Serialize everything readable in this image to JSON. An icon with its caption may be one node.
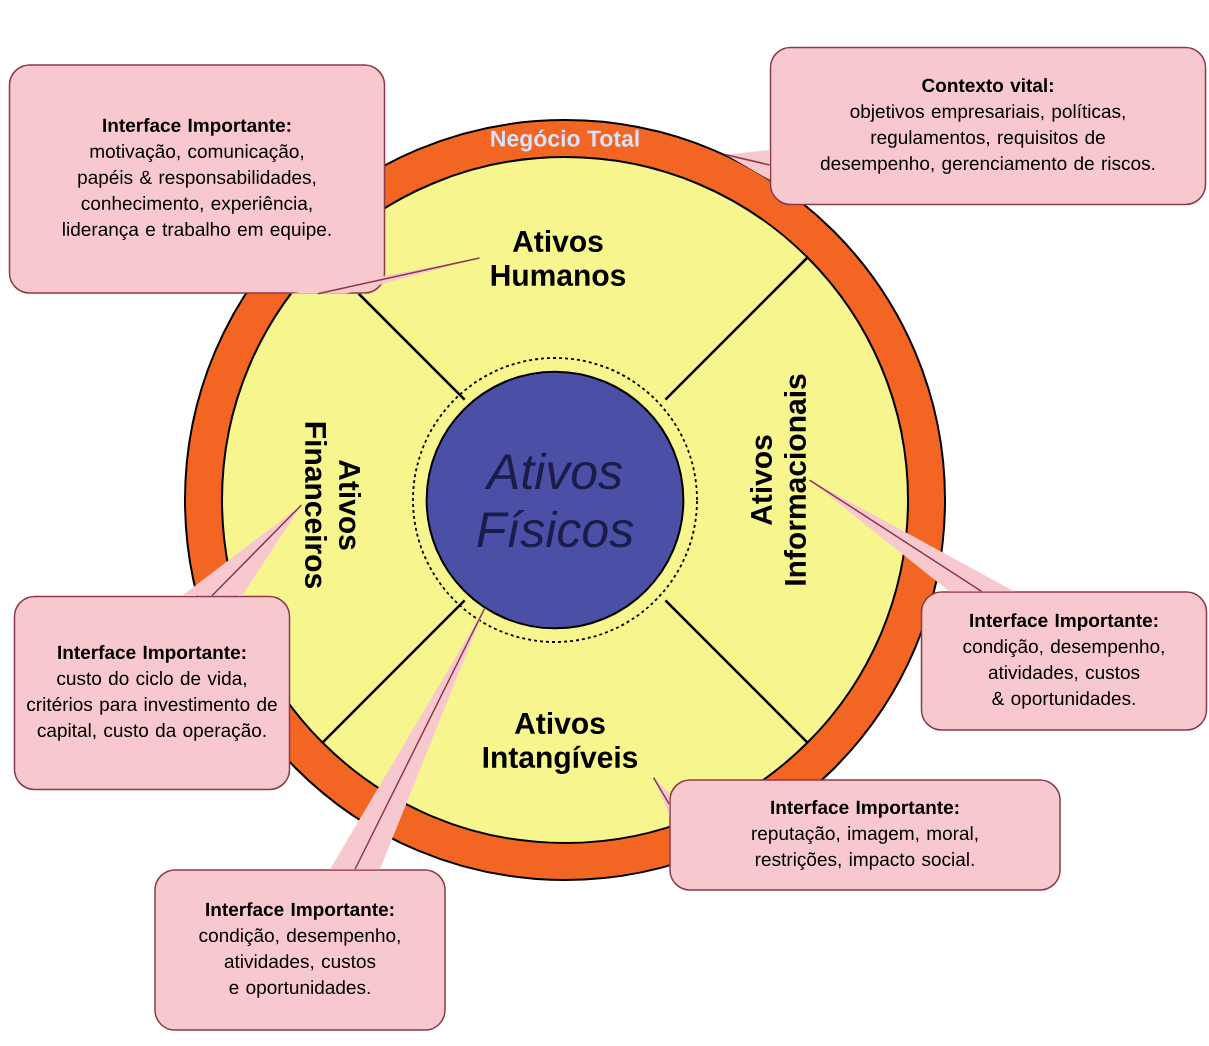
{
  "diagram": {
    "nodes": [
      {
        "text": [
          "Negócio Total"
        ]
      },
      {
        "text": [
          "Ativos Humanos"
        ],
        "in": 0
      },
      {
        "text": [
          "Ativos Financeiros"
        ],
        "in": 0
      },
      {
        "text": [
          "Ativos Informacionais"
        ],
        "in": 0
      },
      {
        "text": [
          "Ativos Intangíveis"
        ],
        "in": 0
      },
      {
        "text": [
          "Ativos Físicos"
        ],
        "in": 0
      },
      {
        "text": [
          "Interface Importante:",
          "motivação, comunicação, papéis & responsabilidades, conhecimento, experiência, liderança e trabalho em equipe."
        ]
      },
      {
        "text": [
          "Contexto vital:",
          "objetivos empresariais, políticas, regulamentos, requisitos de desempenho, gerenciamento de riscos."
        ]
      },
      {
        "text": [
          "Interface Importante:",
          "custo do ciclo de vida, critérios para investimento de capital, custo da operação."
        ]
      },
      {
        "text": [
          "Interface Importante:",
          "condição, desempenho, atividades, custos & oportunidades."
        ]
      },
      {
        "text": [
          "Interface Importante:",
          "reputação, imagem, moral, restrições, impacto social."
        ]
      },
      {
        "text": [
          "Interface Importante:",
          "condição, desempenho, atividades, custos e oportunidades."
        ]
      }
    ],
    "edges": [
      {
        "from": 6,
        "to": 1,
        "arrow": "none"
      },
      {
        "from": 7,
        "to": 0,
        "arrow": "none"
      },
      {
        "from": 8,
        "to": 2,
        "arrow": "none"
      },
      {
        "from": 9,
        "to": 3,
        "arrow": "none"
      },
      {
        "from": 10,
        "to": 4,
        "arrow": "none"
      },
      {
        "from": 11,
        "to": 5,
        "arrow": "none"
      }
    ]
  }
}
